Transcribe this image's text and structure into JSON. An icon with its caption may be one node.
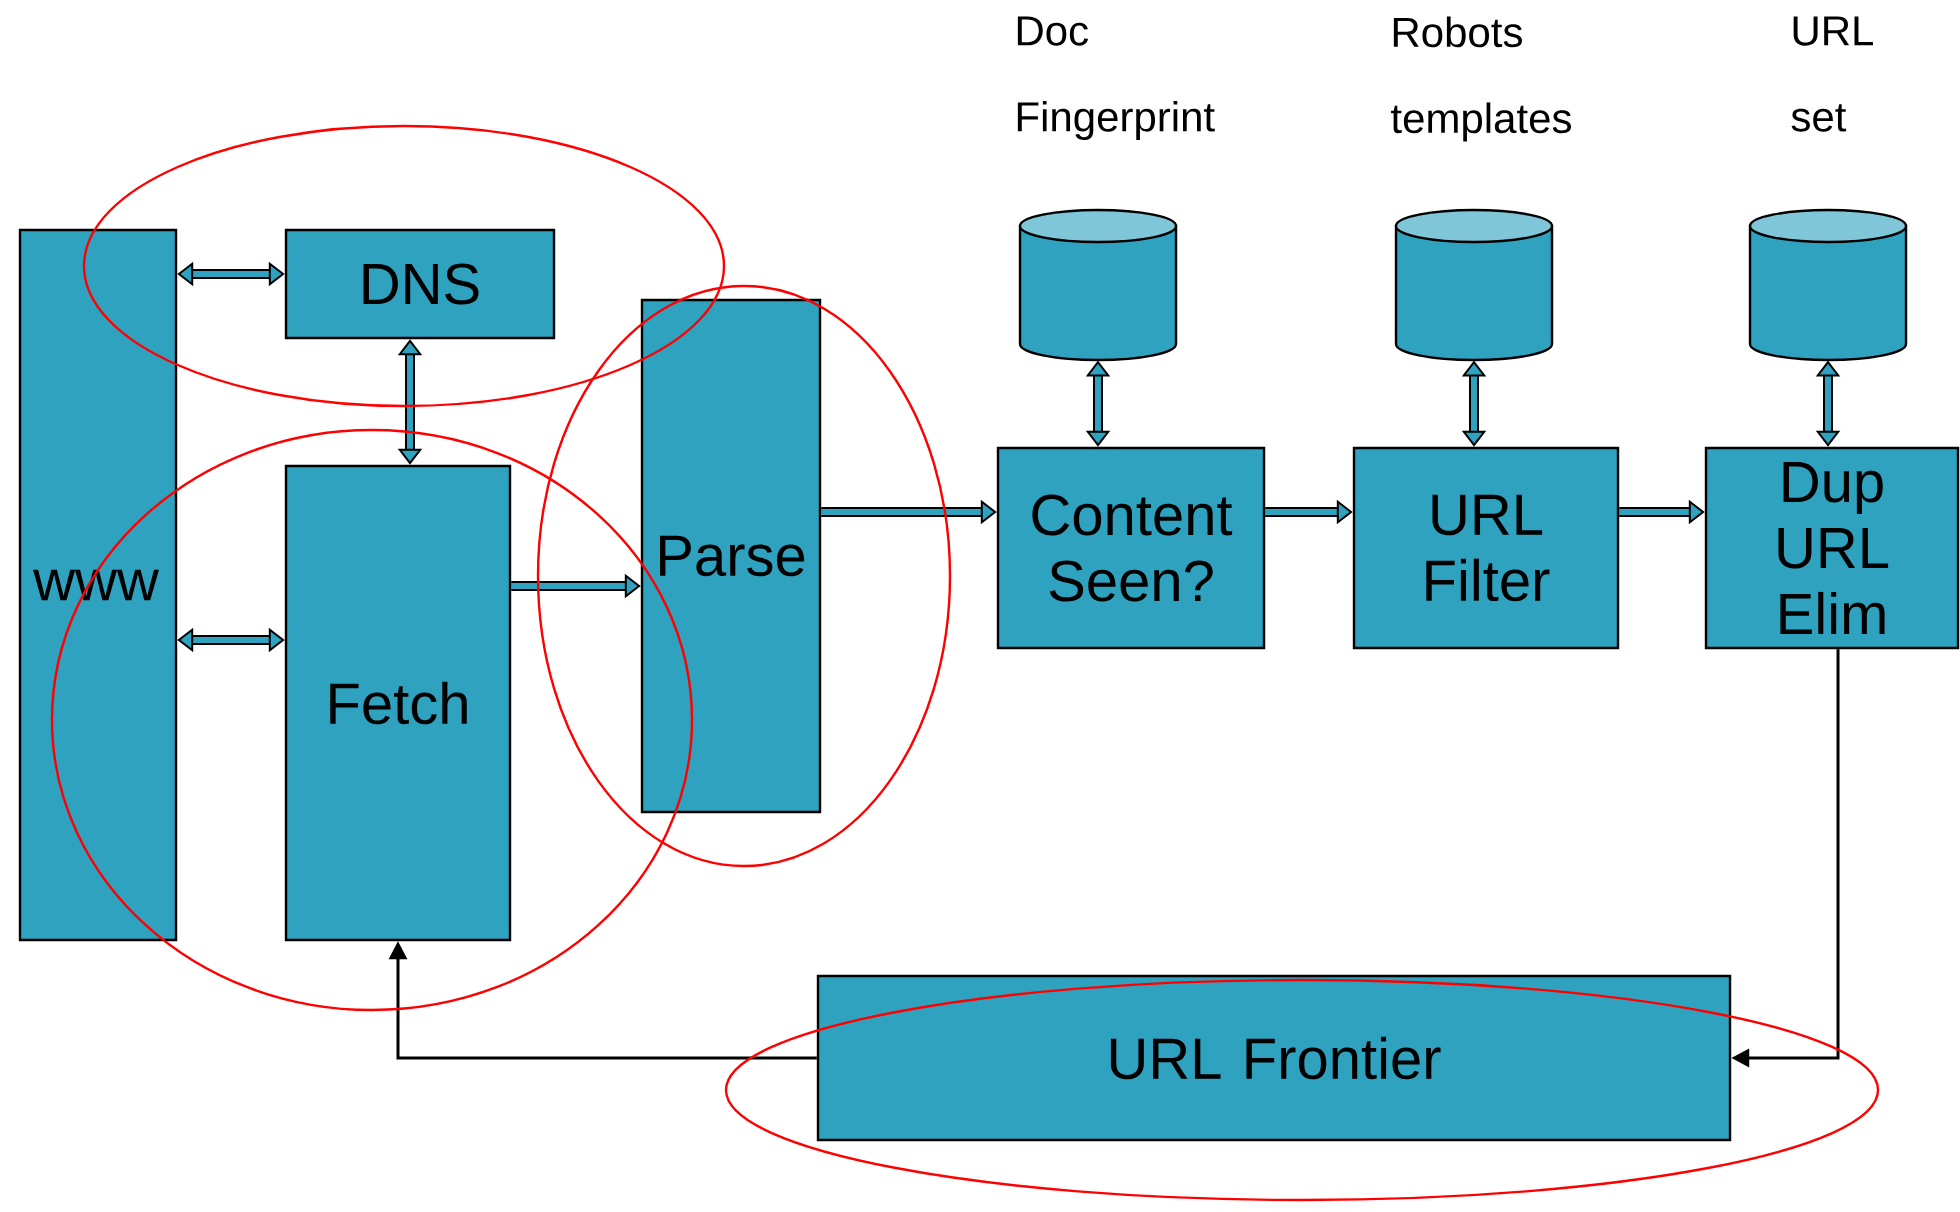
{
  "diagram": {
    "nodes": [
      {
        "text": [
          "www"
        ]
      },
      {
        "text": [
          "DNS"
        ]
      },
      {
        "text": [
          "Fetch"
        ]
      },
      {
        "text": [
          "Parse"
        ]
      },
      {
        "text": [
          "Content Seen?"
        ]
      },
      {
        "text": [
          "URL Filter"
        ]
      },
      {
        "text": [
          "Dup URL Elim"
        ]
      },
      {
        "text": [
          "URL Frontier"
        ]
      },
      {
        "text": [],
        "shape": "cylinder",
        "beside": [
          "Doc Fingerprint"
        ]
      },
      {
        "text": [],
        "shape": "cylinder",
        "beside": [
          "Robots templates"
        ]
      },
      {
        "text": [],
        "shape": "cylinder",
        "beside": [
          "URL set"
        ]
      }
    ],
    "edges": [
      {
        "from": 0,
        "to": 1,
        "arrow": "both"
      },
      {
        "from": 0,
        "to": 2,
        "arrow": "both"
      },
      {
        "from": 1,
        "to": 2,
        "arrow": "both"
      },
      {
        "from": 2,
        "to": 3,
        "arrow": "to"
      },
      {
        "from": 3,
        "to": 4,
        "arrow": "to"
      },
      {
        "from": 4,
        "to": 5,
        "arrow": "to"
      },
      {
        "from": 5,
        "to": 6,
        "arrow": "to"
      },
      {
        "from": 8,
        "to": 4,
        "arrow": "both"
      },
      {
        "from": 9,
        "to": 5,
        "arrow": "both"
      },
      {
        "from": 10,
        "to": 6,
        "arrow": "both"
      },
      {
        "from": 6,
        "to": 7,
        "arrow": "to"
      },
      {
        "from": 7,
        "to": 2,
        "arrow": "to"
      }
    ]
  }
}
